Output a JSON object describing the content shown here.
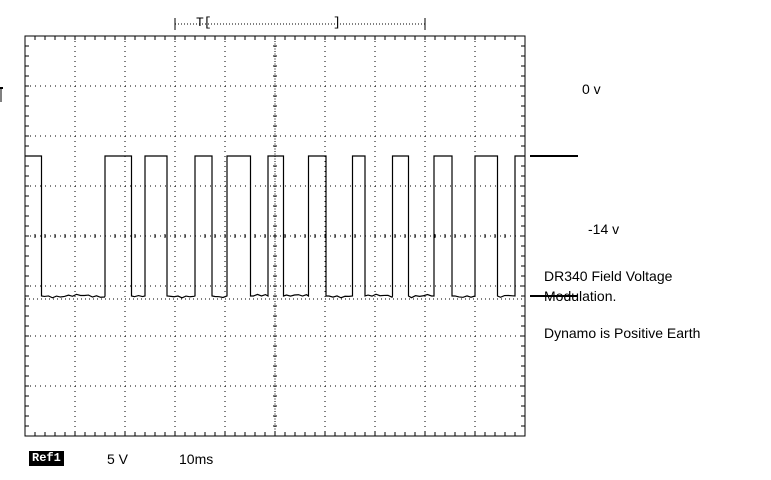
{
  "scope": {
    "trigger_label": "T[",
    "trigger_close": "]",
    "ref_label": "Ref1",
    "volts_per_div": "5 V",
    "time_per_div": "10ms"
  },
  "annotations": {
    "line1": "DR340 Field Voltage",
    "line2": "Modulation.",
    "line3": "Dynamo is Positive Earth",
    "level_high": "0 v",
    "level_low": "-14 v"
  },
  "chart_data": {
    "type": "line",
    "title": "",
    "xlabel": "",
    "ylabel": "",
    "xlim": [
      0,
      100
    ],
    "ylim": [
      -28,
      12
    ],
    "grid": true,
    "series": [
      {
        "values_high_v": 0,
        "values_low_v": -14,
        "pulses_high_ms": [
          [
            0,
            3.3
          ],
          [
            16.0,
            21.3
          ],
          [
            24.0,
            28.4
          ],
          [
            34.0,
            37.4
          ],
          [
            40.4,
            45.1
          ],
          [
            48.6,
            51.7
          ],
          [
            56.7,
            60.2
          ],
          [
            65.5,
            68.0
          ],
          [
            73.5,
            76.7
          ],
          [
            81.8,
            85.4
          ],
          [
            90.0,
            94.5
          ],
          [
            98.0,
            100
          ]
        ]
      }
    ]
  },
  "colors": {
    "trace": "#000000",
    "grid": "#000000",
    "background": "#ffffff"
  }
}
